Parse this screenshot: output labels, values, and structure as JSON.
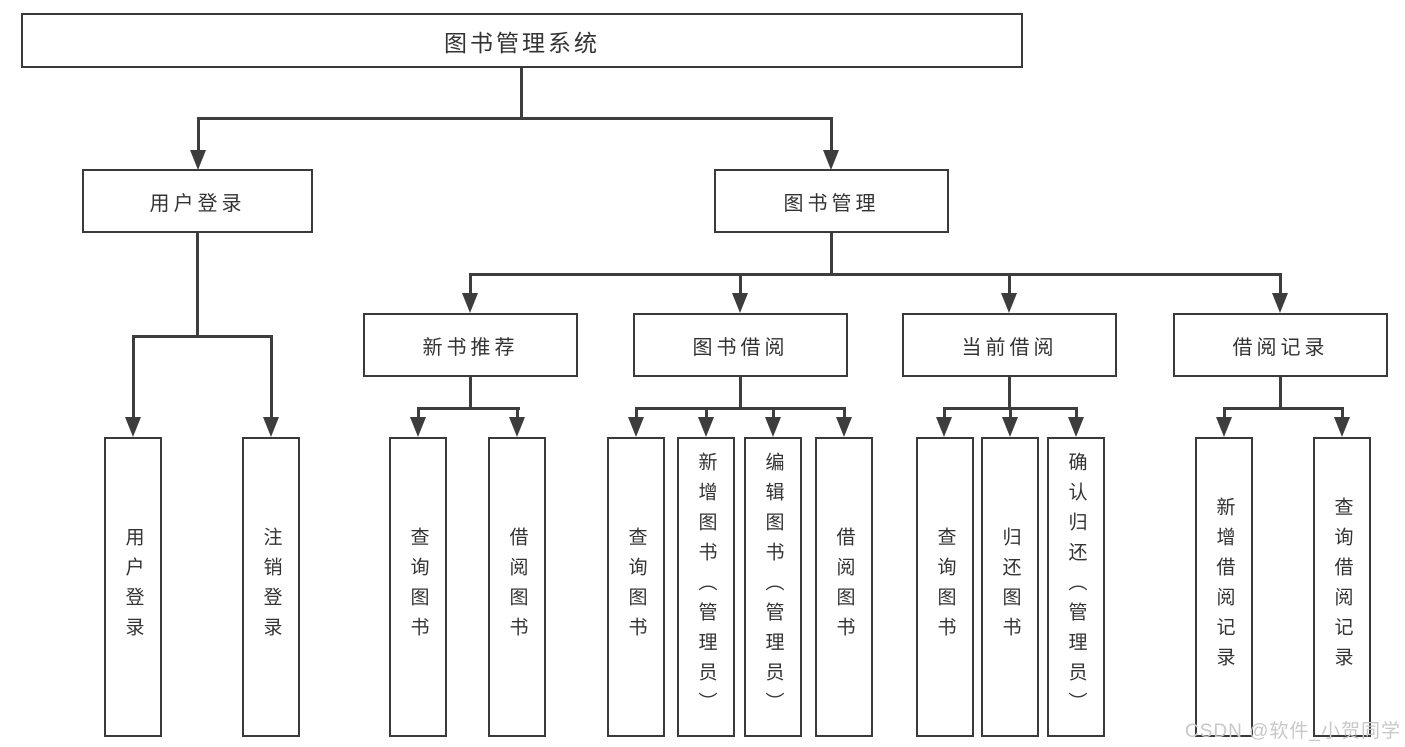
{
  "diagram": {
    "title": "图书管理系统",
    "colors": {
      "line": "#3d3d3d",
      "box_border": "#3a3a3a",
      "text": "#333333",
      "watermark": "#c8c8c8",
      "background": "#ffffff"
    },
    "nodes": {
      "root": {
        "label": "图书管理系统"
      },
      "user_login": {
        "label": "用户登录"
      },
      "book_mgmt": {
        "label": "图书管理"
      },
      "new_book_rec": {
        "label": "新书推荐"
      },
      "book_borrow": {
        "label": "图书借阅"
      },
      "current_borrow": {
        "label": "当前借阅"
      },
      "borrow_records": {
        "label": "借阅记录"
      },
      "leaf_user_login": {
        "label": "用户登录"
      },
      "leaf_logout": {
        "label": "注销登录"
      },
      "leaf_nbr_query_book": {
        "label": "查询图书"
      },
      "leaf_nbr_borrow_book": {
        "label": "借阅图书"
      },
      "leaf_bb_query_book": {
        "label": "查询图书"
      },
      "leaf_bb_add_book": {
        "label": "新增图书（管理员）"
      },
      "leaf_bb_edit_book": {
        "label": "编辑图书（管理员）"
      },
      "leaf_bb_borrow_book": {
        "label": "借阅图书"
      },
      "leaf_cb_query_book": {
        "label": "查询图书"
      },
      "leaf_cb_return_book": {
        "label": "归还图书"
      },
      "leaf_cb_confirm_return": {
        "label": "确认归还（管理员）"
      },
      "leaf_br_add_record": {
        "label": "新增借阅记录"
      },
      "leaf_br_query_record": {
        "label": "查询借阅记录"
      }
    },
    "watermark": "CSDN @软件_小贺同学"
  }
}
